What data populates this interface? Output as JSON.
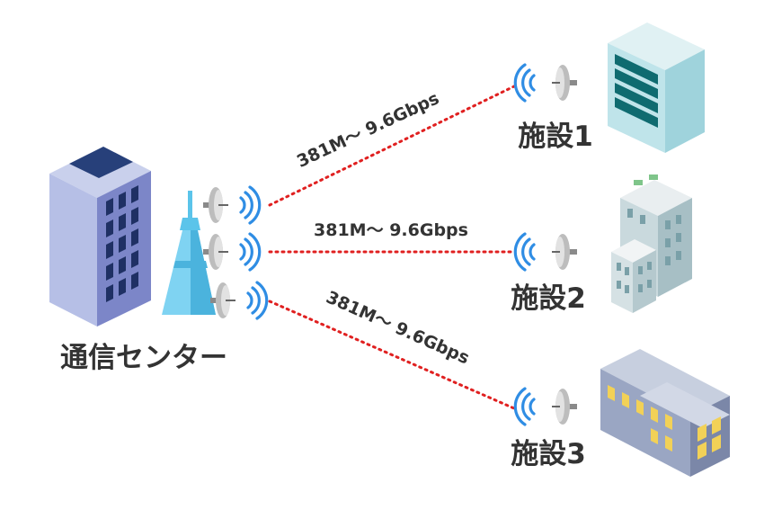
{
  "center": {
    "label": "通信センター"
  },
  "facilities": [
    {
      "label": "施設1"
    },
    {
      "label": "施設2"
    },
    {
      "label": "施設3"
    }
  ],
  "links": [
    {
      "speed": "381M〜 9.6Gbps"
    },
    {
      "speed": "381M〜 9.6Gbps"
    },
    {
      "speed": "381M〜 9.6Gbps"
    }
  ],
  "icons": {
    "center_building": "office-tower-icon",
    "tower": "radio-tower-icon",
    "antenna": "parabolic-antenna-icon",
    "signal": "wifi-signal-icon",
    "facility1": "datacenter-building-icon",
    "facility2": "hospital-building-icon",
    "facility3": "factory-building-icon"
  },
  "colors": {
    "link_line": "#e02020",
    "signal_wave": "#2f8de4",
    "tower": "#5bc4ea",
    "text": "#333333"
  }
}
